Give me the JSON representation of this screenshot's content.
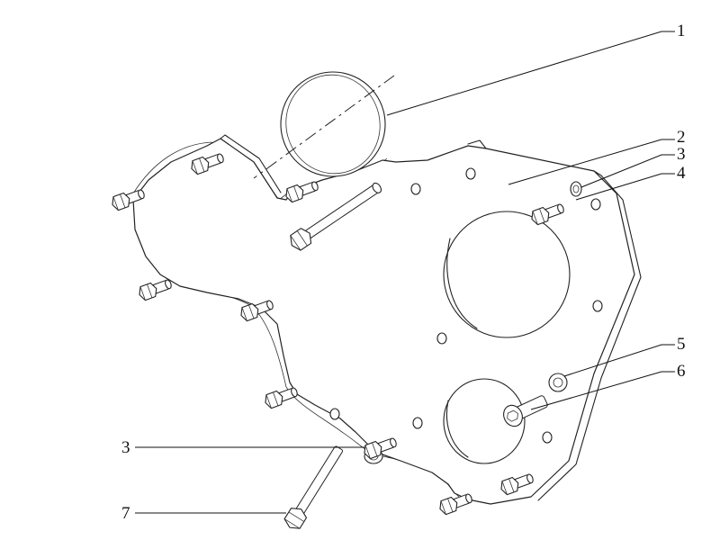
{
  "diagram": {
    "callouts": [
      {
        "id": "c1",
        "label": "1"
      },
      {
        "id": "c2",
        "label": "2"
      },
      {
        "id": "c3a",
        "label": "3"
      },
      {
        "id": "c4",
        "label": "4"
      },
      {
        "id": "c5",
        "label": "5"
      },
      {
        "id": "c6",
        "label": "6"
      },
      {
        "id": "c3b",
        "label": "3"
      },
      {
        "id": "c7",
        "label": "7"
      }
    ]
  }
}
